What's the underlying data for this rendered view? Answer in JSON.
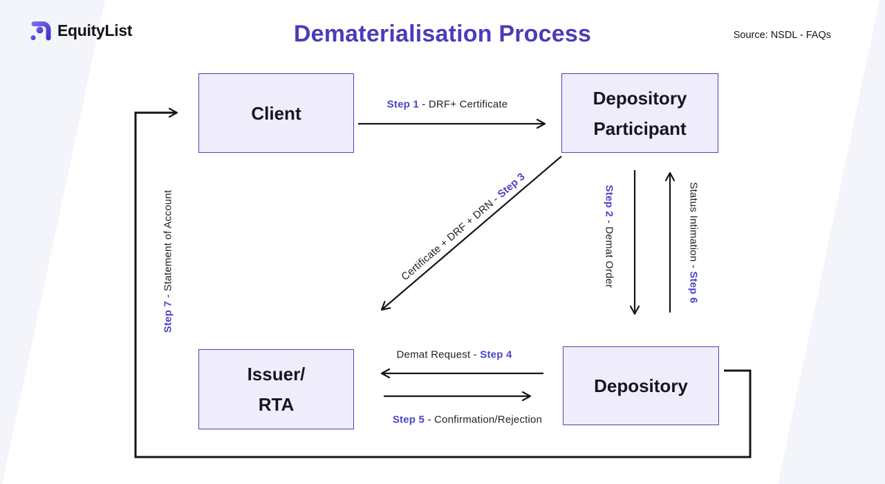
{
  "header": {
    "logo_text": "EquityList",
    "title": "Dematerialisation Process",
    "source": "Source: NSDL - FAQs"
  },
  "icons": {
    "logo": "equitylist-logo-icon"
  },
  "nodes": {
    "client": {
      "label": "Client"
    },
    "depository_participant": {
      "line1": "Depository",
      "line2": "Participant"
    },
    "issuer_rta": {
      "line1": "Issuer/",
      "line2": "RTA"
    },
    "depository": {
      "label": "Depository"
    }
  },
  "edges": {
    "step1": {
      "step": "Step 1",
      "text": " - DRF+ Certificate"
    },
    "step2": {
      "step": "Step 2",
      "text": " - Demat Order"
    },
    "step3": {
      "text": "Certificate + DRF + DRN - ",
      "step": "Step 3"
    },
    "step4": {
      "text": "Demat Request - ",
      "step": "Step 4"
    },
    "step5": {
      "step": "Step 5",
      "text": " - Confirmation/Rejection"
    },
    "step6": {
      "text": "Status Intimation - ",
      "step": "Step 6"
    },
    "step7": {
      "step": "Step 7",
      "text": " - Statement of Account"
    }
  },
  "colors": {
    "accent_purple": "#4b42c9",
    "title_purple": "#4a3db8",
    "node_fill": "#efedfb",
    "node_border": "#4742ae",
    "line_ink": "#141418",
    "corner_band": "#f4f5fb"
  }
}
